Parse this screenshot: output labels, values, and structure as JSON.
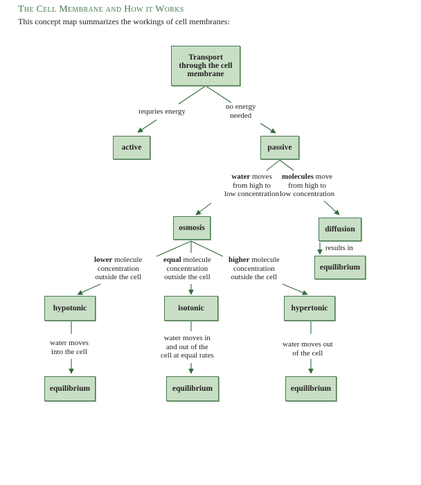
{
  "header": {
    "title": "The Cell Membrane and How it Works",
    "subtitle": "This concept map summarizes the workings of cell membranes:"
  },
  "nodes": {
    "transport": "Transport through the cell membrane",
    "active": "active",
    "passive": "passive",
    "osmosis": "osmosis",
    "diffusion": "diffusion",
    "equilibrium_diffusion": "equilibrium",
    "hypotonic": "hypotonic",
    "isotonic": "isotonic",
    "hypertonic": "hypertonic",
    "equilibrium_hypo": "equilibrium",
    "equilibrium_iso": "equilibrium",
    "equilibrium_hyper": "equilibrium"
  },
  "links": {
    "requires_energy": "requries energy",
    "no_energy_1": "no energy",
    "no_energy_2": "needed",
    "water_moves_bold": "water",
    "water_moves_rest": " moves",
    "water_moves_2": "from high to",
    "water_moves_3": "low concentration",
    "molecules_bold": "molecules",
    "molecules_rest": " move",
    "molecules_2": "from high to",
    "molecules_3": "low concentration",
    "results_in": "results in",
    "lower_bold": "lower",
    "lower_rest": " molecule",
    "lower_2": "concentration",
    "lower_3": "outside the cell",
    "equal_bold": "equal",
    "equal_rest": " molecule",
    "equal_2": "concentration",
    "equal_3": "outside the cell",
    "higher_bold": "higher",
    "higher_rest": " molecule",
    "higher_2": "concentration",
    "higher_3": "outside the cell",
    "hypo_1": "water moves",
    "hypo_2": "into the cell",
    "iso_1": "water moves in",
    "iso_2": "and out of the",
    "iso_3": "cell at equal rates",
    "hyper_1": "water moves out",
    "hyper_2": "of the cell"
  },
  "colors": {
    "box_fill": "#c8dfc5",
    "box_border": "#4a7a52",
    "title": "#4a7a52",
    "arrow": "#2f6b3a"
  }
}
